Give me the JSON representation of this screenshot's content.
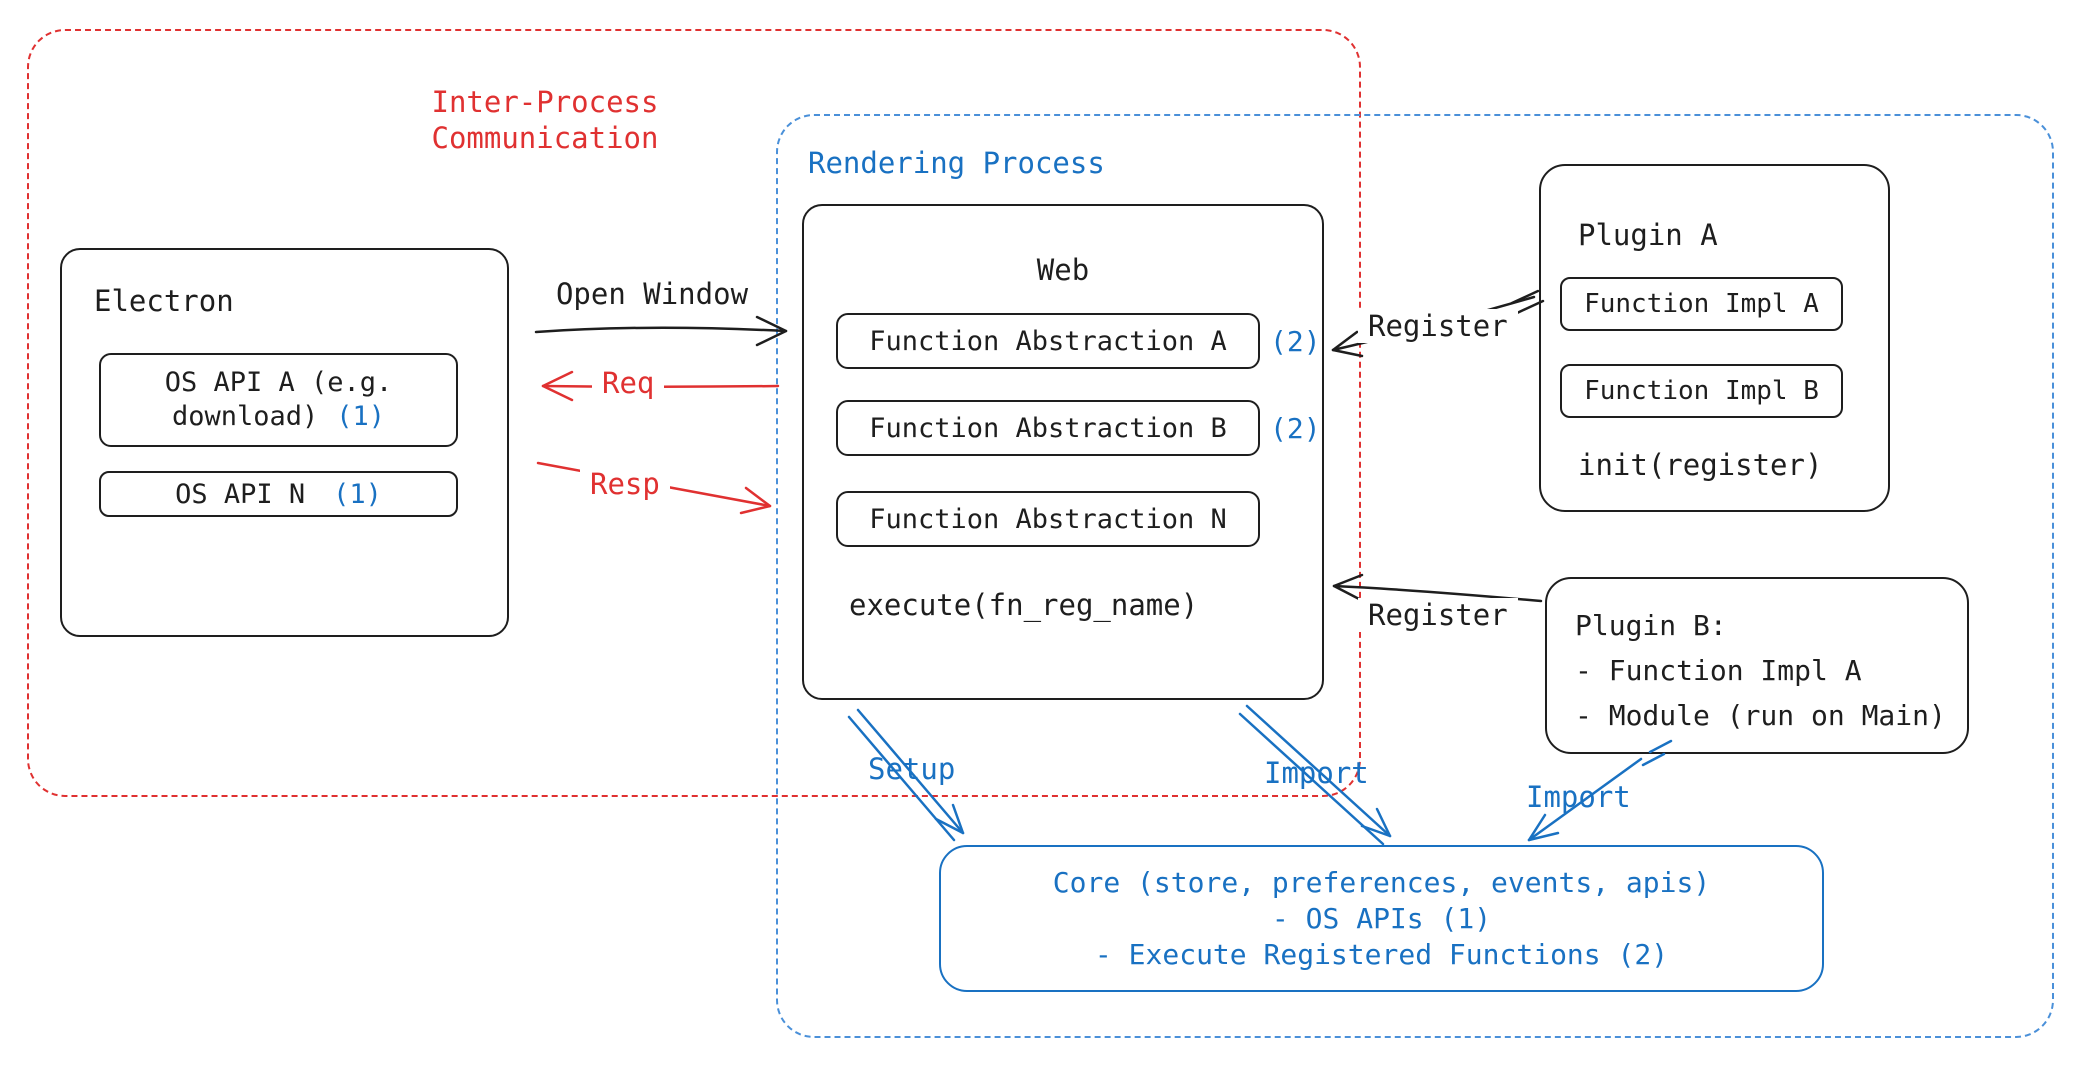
{
  "colors": {
    "red": "#e03131",
    "blue": "#1971c2",
    "blue_border": "#4a90d9",
    "ink": "#1e1e1e"
  },
  "regions": {
    "ipc": {
      "label_line1": "Inter-Process",
      "label_line2": "Communication"
    },
    "rendering": {
      "label": "Rendering Process"
    }
  },
  "electron": {
    "title": "Electron",
    "api_a": {
      "line1": "OS API A (e.g.",
      "line2": "download)",
      "badge": "(1)"
    },
    "api_n": {
      "label": "OS API N",
      "badge": "(1)"
    }
  },
  "web": {
    "title": "Web",
    "items": [
      {
        "label": "Function Abstraction A",
        "badge": "(2)"
      },
      {
        "label": "Function Abstraction B",
        "badge": "(2)"
      },
      {
        "label": "Function Abstraction N",
        "badge": ""
      }
    ],
    "footer": "execute(fn_reg_name)"
  },
  "plugin_a": {
    "title": "Plugin A",
    "items": [
      {
        "label": "Function Impl A"
      },
      {
        "label": "Function Impl B"
      }
    ],
    "footer": "init(register)"
  },
  "plugin_b": {
    "title": "Plugin B:",
    "lines": [
      "- Function Impl A",
      "- Module (run on Main)"
    ]
  },
  "core": {
    "lines": [
      "Core (store, preferences, events, apis)",
      "- OS APIs (1)",
      "- Execute Registered Functions (2)"
    ]
  },
  "arrows": {
    "open_window": "Open Window",
    "req": "Req",
    "resp": "Resp",
    "register_a": "Register",
    "register_b": "Register",
    "setup": "Setup",
    "import_web": "Import",
    "import_plugin_b": "Import"
  }
}
